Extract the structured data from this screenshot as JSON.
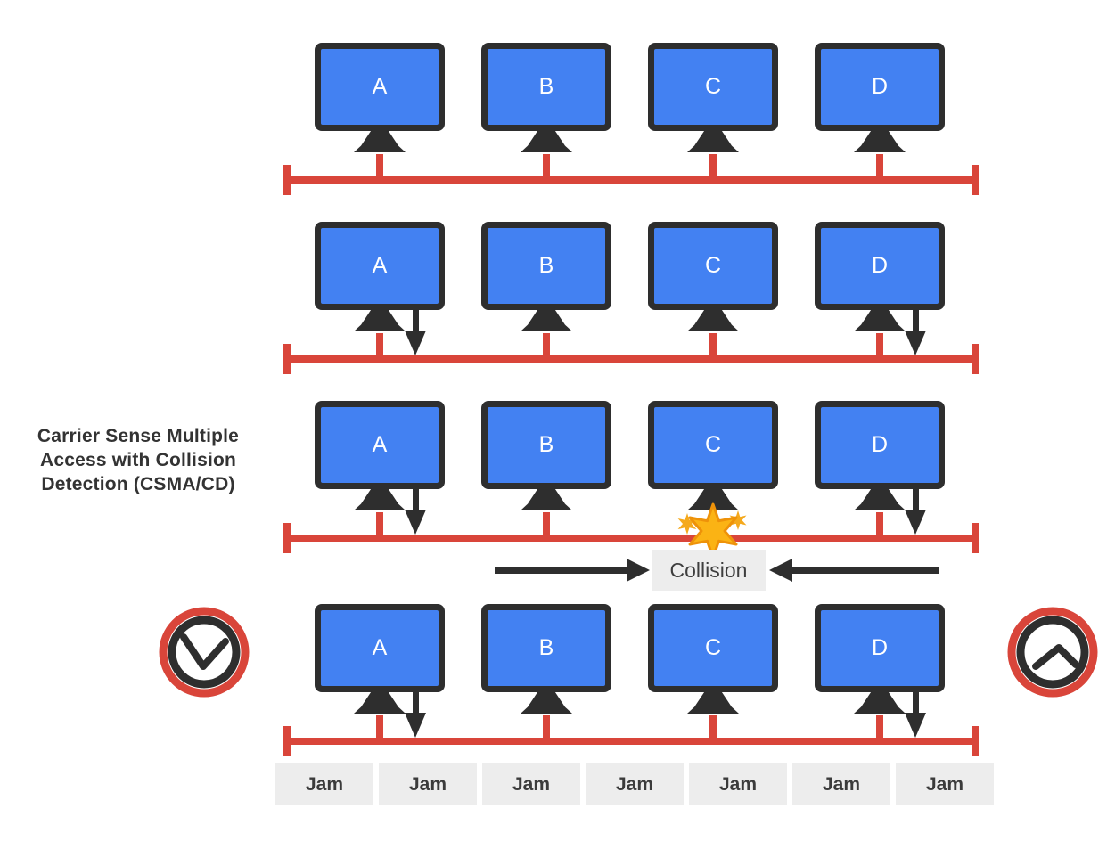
{
  "title": "Carrier Sense Multiple\nAccess with Collision\nDetection (CSMA/CD)",
  "stations": [
    "A",
    "B",
    "C",
    "D"
  ],
  "collision": {
    "label": "Collision"
  },
  "jam": {
    "labels": [
      "Jam",
      "Jam",
      "Jam",
      "Jam",
      "Jam",
      "Jam",
      "Jam"
    ]
  },
  "icons": {
    "left_clock": "clock-backoff-icon",
    "right_clock": "clock-backoff-icon",
    "spark": "collision-spark-icon"
  },
  "colors": {
    "bus_red": "#D9453A",
    "screen_blue": "#4381F2",
    "frame_dark": "#2E2E2E",
    "star_gold": "#FBB314",
    "star_outline": "#EE9209",
    "box_gray": "#EDEDED",
    "text_dark": "#333333"
  }
}
